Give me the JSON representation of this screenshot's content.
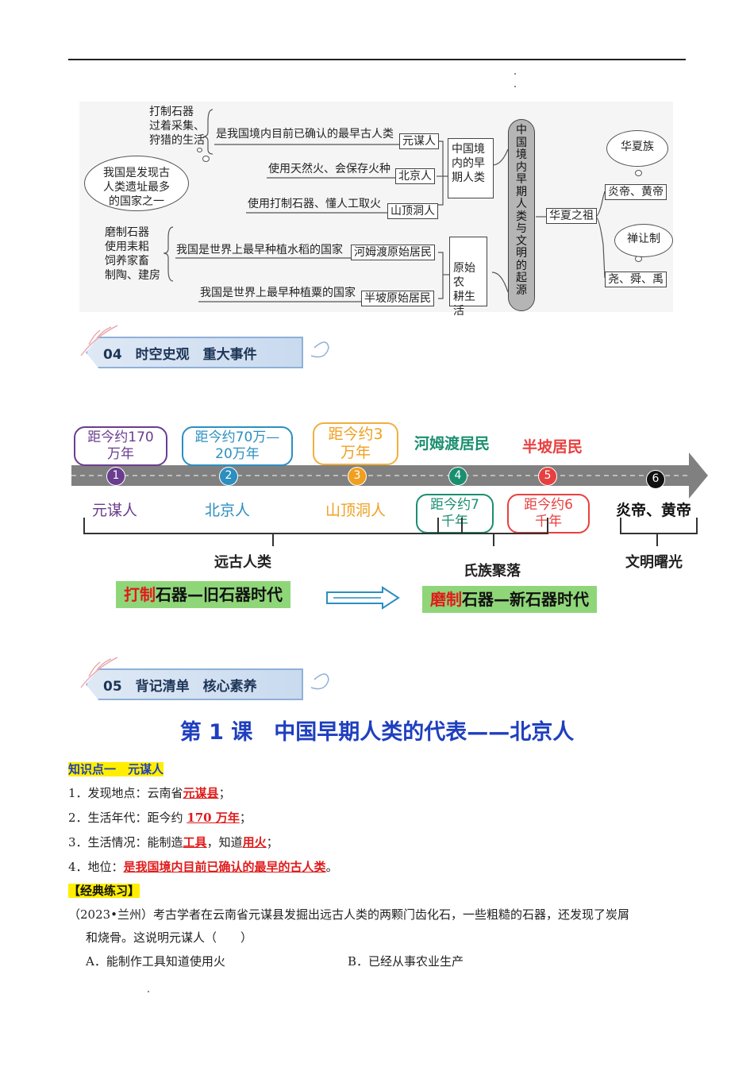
{
  "mindmap": {
    "cloud_left": "我国是发现古\n人类遗址最多\n的国家之一",
    "note_top": "打制石器\n过着采集、\n狩猎的生活",
    "note_bottom": "磨制石器\n使用耒耜\n饲养家畜\n制陶、建房",
    "desc1": "是我国境内目前已确认的最早古人类",
    "desc2": "使用天然火、会保存火种",
    "desc3": "使用打制石器、懂人工取火",
    "desc4": "我国是世界上最早种植水稻的国家",
    "desc5": "我国是世界上最早种植粟的国家",
    "box1": "元谋人",
    "box2": "北京人",
    "box3": "山顶洞人",
    "box4": "河姆渡原始居民",
    "box5": "半坡原始居民",
    "group1": "中国境\n内的早\n期人类",
    "group2": "原始农\n耕生活",
    "center": "中国境内早期人类与文明的起源",
    "ancestor": "华夏之祖",
    "cloud_r1": "华夏族",
    "box_r1": "炎帝、黄帝",
    "cloud_r2": "禅让制",
    "box_r2": "尧、舜、禹"
  },
  "section04": {
    "label": "04　时空史观　重大事件"
  },
  "timeline": {
    "colors": {
      "purple": "#6a3d8f",
      "blue": "#2b8fc0",
      "orange": "#f0a020",
      "teal": "#1a8f6f",
      "red": "#e84040",
      "black": "#111111",
      "bar": "#808080"
    },
    "top1": "距今约170\n万年",
    "top2": "距今约70万—\n20万年",
    "top3": "距今约3\n万年",
    "top4": "河姆渡居民",
    "top5": "半坡居民",
    "n1": "1",
    "n2": "2",
    "n3": "3",
    "n4": "4",
    "n5": "5",
    "n6": "6",
    "bottom1": "元谋人",
    "bottom2": "北京人",
    "bottom3": "山顶洞人",
    "bottom4": "距今约7\n千年",
    "bottom5": "距今约6\n千年",
    "bottom6": "炎帝、黄帝",
    "group1": "远古人类",
    "group2": "氏族聚落",
    "group3": "文明曙光",
    "era1_red": "打制",
    "era1_rest": "石器—旧石器时代",
    "era2_red": "磨制",
    "era2_rest": "石器—新石器时代"
  },
  "section05": {
    "label": "05　背记清单　核心素养"
  },
  "lesson": {
    "title": "第 1 课　中国早期人类的代表——北京人",
    "kp_heading": "知识点一　元谋人",
    "item1_prefix": "1．发现地点：云南省",
    "item1_key": "元谋县",
    "item1_suffix": "；",
    "item2_prefix": "2．生活年代：距今约 ",
    "item2_key": "170 万年",
    "item2_suffix": "；",
    "item3_prefix": "3．生活情况：能制造",
    "item3_key1": "工具",
    "item3_mid": "，知道",
    "item3_key2": "用火",
    "item3_suffix": "；",
    "item4_prefix": "4．地位：",
    "item4_key": "是我国境内目前已确认的最早的古人类",
    "item4_suffix": "。",
    "practice_heading": "【经典练习】",
    "question_line1": "（2023•兰州）考古学者在云南省元谋县发掘出远古人类的两颗门齿化石，一些粗糙的石器，还发现了炭屑",
    "question_line2": "和烧骨。这说明元谋人（　　）",
    "option_a": "A．能制作工具知道使用火",
    "option_b": "B．已经从事农业生产"
  }
}
